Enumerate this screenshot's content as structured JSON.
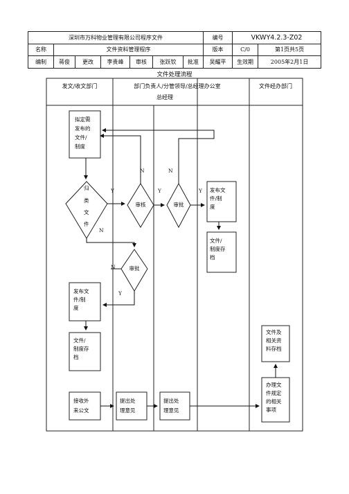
{
  "header": {
    "company_doc": "深圳市万科物业管理有限公司程序文件",
    "code_label": "编号",
    "code_value": "VKWY4.2.3-Z02",
    "name_label": "名称",
    "name_value": "文件资料管理程序",
    "version_label": "版本",
    "version_value": "C/0",
    "page_value": "第1页共5页",
    "author_label": "编制",
    "author_value": "蒋俊",
    "revise_label": "更改",
    "revise_value": "李贵峰",
    "review_label": "审核",
    "review_value": "张跃钦",
    "approve_label": "批准",
    "approve_value": "吴耀平",
    "effective_label": "生效期",
    "effective_value": "2005年2月1日"
  },
  "chart_title": "文件处理流程",
  "columns": {
    "col1": "发文/收文部门",
    "col2_line1": "部门负责人/分管领导/总经理办公室",
    "col2_line2": "总经理",
    "col4": "文件经办部门"
  },
  "nodes": {
    "draft": [
      "拟定需",
      "发布的",
      "文件/",
      "制度"
    ],
    "classify": [
      "归",
      "类",
      "文",
      "件"
    ],
    "review": "审核",
    "approve1": "审批",
    "publish_right": [
      "发布文",
      "件/制",
      "度"
    ],
    "archive_right": [
      "文件/",
      "制度存",
      "档"
    ],
    "approve2": "审批",
    "publish_left": [
      "发布文",
      "件/制",
      "度"
    ],
    "archive_left": [
      "文件/",
      "制度存",
      "档"
    ],
    "receive": [
      "接收外",
      "来公文"
    ],
    "opinion1": [
      "提出处",
      "理意见"
    ],
    "opinion2": [
      "提出处",
      "理意见"
    ],
    "handle": [
      "办理文",
      "件规定",
      "的相关",
      "事项"
    ],
    "store": [
      "文件及",
      "相关资",
      "料存档"
    ]
  },
  "labels": {
    "yes": "Y",
    "no": "N"
  }
}
